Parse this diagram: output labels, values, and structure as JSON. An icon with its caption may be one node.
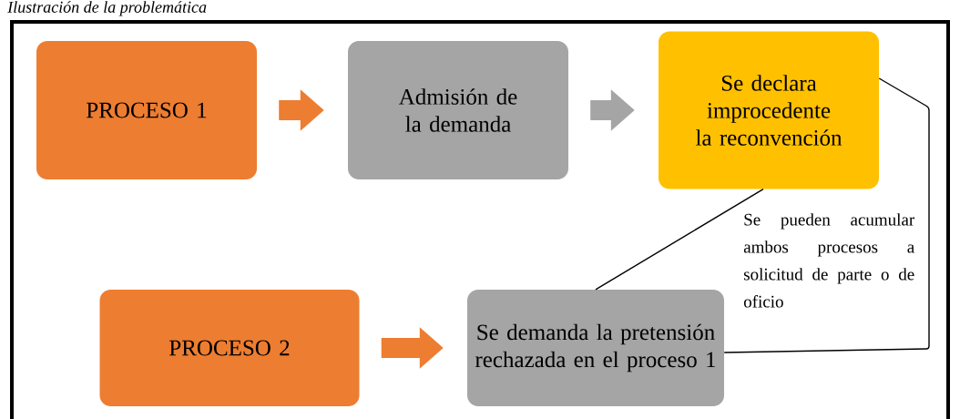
{
  "diagram": {
    "title": "Ilustración de la problemática",
    "nodes": [
      {
        "text": [
          "PROCESO 1"
        ]
      },
      {
        "text": [
          "Admisión de la demanda"
        ]
      },
      {
        "text": [
          "Se declara improcedente la reconvención"
        ]
      },
      {
        "text": [
          "PROCESO 2"
        ]
      },
      {
        "text": [
          "Se demanda la pretensión rechazada en el proceso 1"
        ]
      }
    ],
    "edges": [
      {
        "from": 0,
        "to": 1,
        "arrow": "to"
      },
      {
        "from": 1,
        "to": 2,
        "arrow": "to",
        "color": "#a5a5a5"
      },
      {
        "from": 3,
        "to": 4,
        "arrow": "to"
      },
      {
        "from": 2,
        "to": 4,
        "arrow": "none",
        "color": "#000000"
      },
      {
        "from": 2,
        "to": 4,
        "arrow": "none",
        "color": "#000000"
      }
    ],
    "labels": [
      "Se pueden acumular ambos procesos a solicitud de parte o de oficio"
    ]
  }
}
